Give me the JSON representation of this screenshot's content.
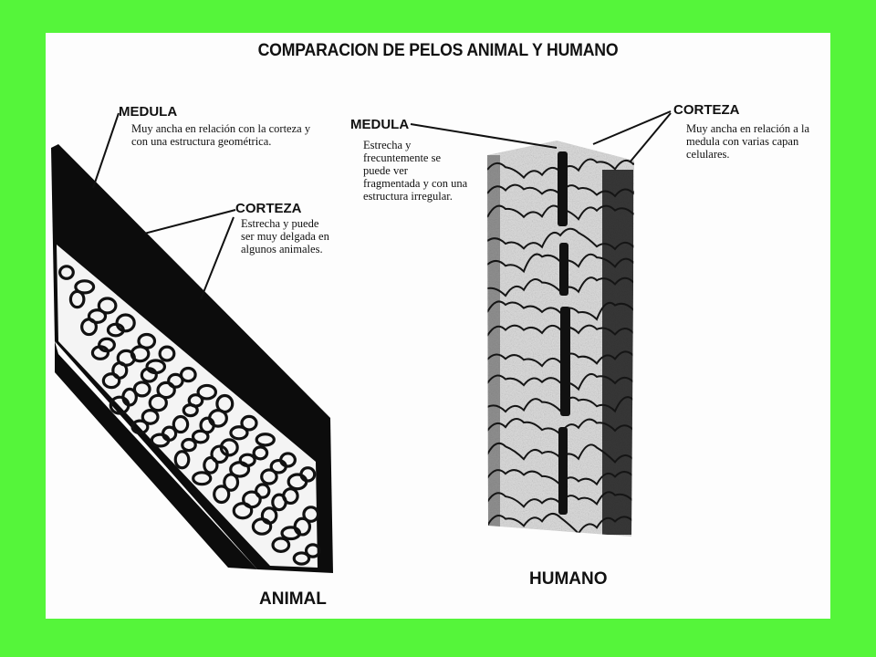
{
  "title": "COMPARACION DE PELOS ANIMAL Y HUMANO",
  "animal": {
    "label": "ANIMAL",
    "medula": {
      "heading": "MEDULA",
      "description": "Muy ancha en relación con la corteza y\ncon una estructura geométrica."
    },
    "corteza": {
      "heading": "CORTEZA",
      "description": "Estrecha y puede\nser muy delgada en\nalgunos animales."
    }
  },
  "humano": {
    "label": "HUMANO",
    "medula": {
      "heading": "MEDULA",
      "description": "Estrecha y\nfrecuntemente se\npuede ver\nfragmentada y con una\nestructura irregular."
    },
    "corteza": {
      "heading": "CORTEZA",
      "description": "Muy ancha en relación a la\nmedula  con varias capan\ncelulares."
    }
  },
  "colors": {
    "frame": "#55f53a",
    "panel": "#fdfdfd",
    "ink": "#111111"
  }
}
